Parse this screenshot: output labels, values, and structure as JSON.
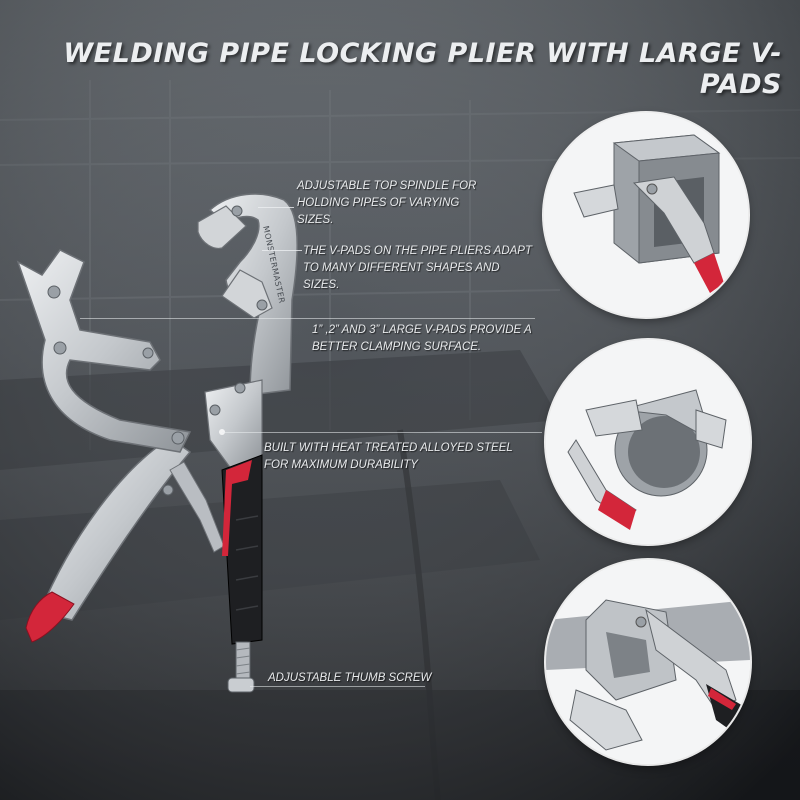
{
  "title": "WELDING PIPE LOCKING PLIER WITH LARGE V-PADS",
  "brand": "MONSTERMASTER",
  "callouts": {
    "spindle": "ADJUSTABLE   TOP   SPINDLE   FOR HOLDING PIPES OF VARYING SIZES.",
    "vpads": "THE V-PADS ON THE PIPE PLIERS ADAPT TO MANY DIFFERENT SHAPES AND SIZES.",
    "sizes": "1” ,2”   AND 3”   LARGE V-PADS PROVIDE A BETTER CLAMPING SURFACE.",
    "steel": "BUILT WITH HEAT TREATED ALLOYED STEEL FOR MAXIMUM DURABILITY",
    "screw": "ADJUSTABLE THUMB SCREW"
  },
  "colors": {
    "background": "#3a3f45",
    "accent_red": "#d3263a",
    "steel": "#c9cdd1",
    "text": "#e8eaec"
  },
  "icons": {
    "plier": "locking-plier-illustration",
    "square_tube": "square-tube-clamp-photo",
    "round_pipe": "round-pipe-clamp-photo",
    "angle_iron": "angle-iron-clamp-photo"
  }
}
